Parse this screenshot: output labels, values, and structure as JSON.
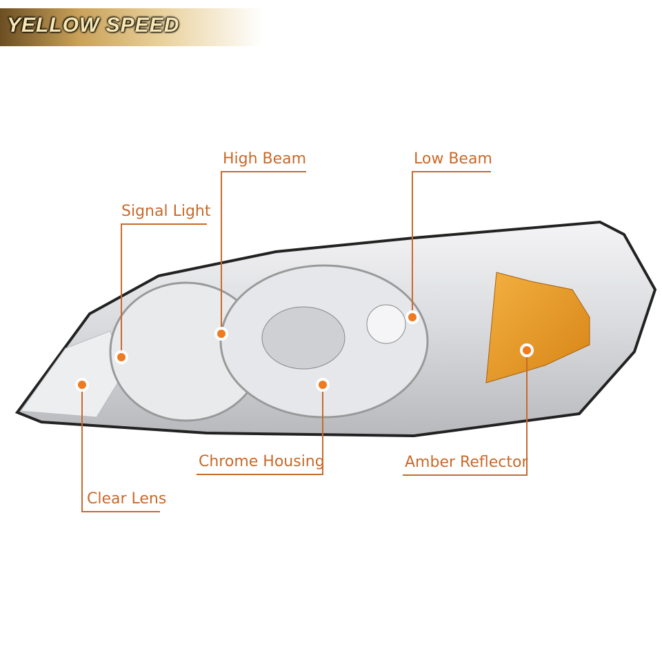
{
  "logo": {
    "text": "YELLOW SPEED"
  },
  "callouts": {
    "high_beam": "High Beam",
    "low_beam": "Low Beam",
    "signal_light": "Signal Light",
    "clear_lens": "Clear Lens",
    "chrome_housing": "Chrome Housing",
    "amber_reflector": "Amber Reflector"
  },
  "colors": {
    "label": "#c8692a",
    "dot": "#f07a1e",
    "amber": "#e09320"
  }
}
